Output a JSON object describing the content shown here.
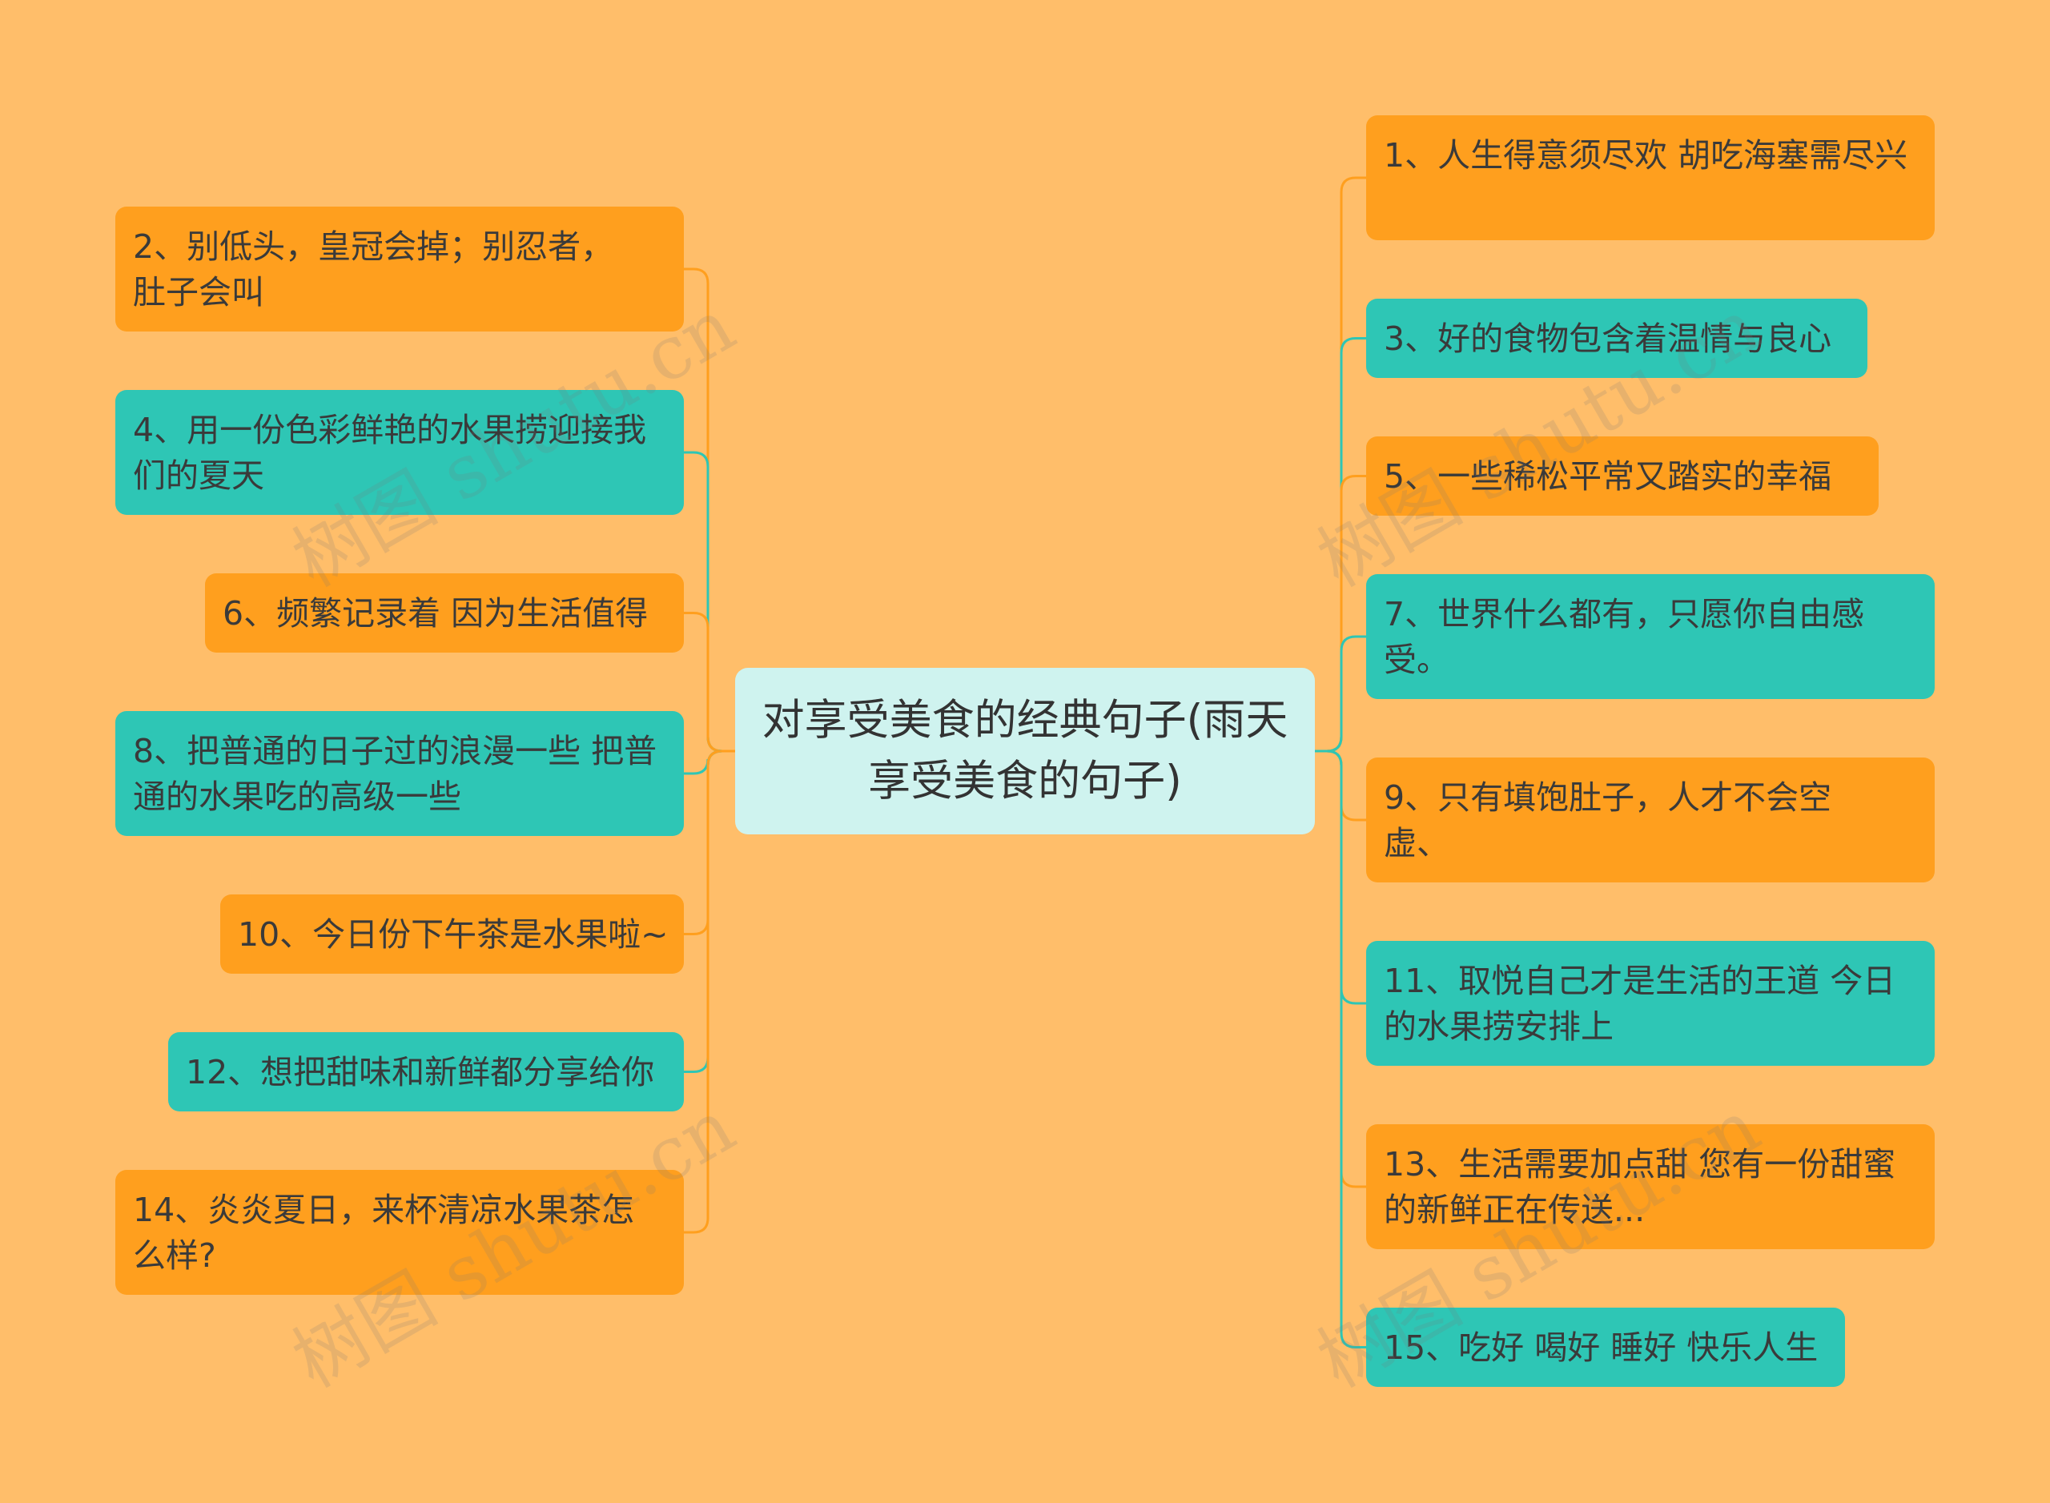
{
  "center": {
    "title": "对享受美食的经典句子(雨天享受美食的句子)"
  },
  "left_nodes": [
    {
      "text": "2、别低头，皇冠会掉；别忍者，肚子会叫",
      "color": "#FF9F1E"
    },
    {
      "text": "4、用一份色彩鲜艳的水果捞迎接我们的夏天",
      "color": "#2EC6B5"
    },
    {
      "text": "6、频繁记录着 因为生活值得",
      "color": "#FF9F1E"
    },
    {
      "text": "8、把普通的日子过的浪漫一些 把普通的水果吃的高级一些",
      "color": "#2EC6B5"
    },
    {
      "text": "10、今日份下午茶是水果啦~",
      "color": "#FF9F1E"
    },
    {
      "text": "12、想把甜味和新鲜都分享给你",
      "color": "#2EC6B5"
    },
    {
      "text": "14、炎炎夏日，来杯清凉水果茶怎么样?",
      "color": "#FF9F1E"
    }
  ],
  "right_nodes": [
    {
      "text": "1、人生得意须尽欢 胡吃海塞需尽兴",
      "color": "#FF9F1E"
    },
    {
      "text": "3、好的食物包含着温情与良心",
      "color": "#2EC6B5"
    },
    {
      "text": "5、一些稀松平常又踏实的幸福",
      "color": "#FF9F1E"
    },
    {
      "text": "7、世界什么都有，只愿你自由感受。",
      "color": "#2EC6B5"
    },
    {
      "text": "9、只有填饱肚子，人才不会空虚、",
      "color": "#FF9F1E"
    },
    {
      "text": "11、取悦自己才是生活的王道 今日的水果捞安排上",
      "color": "#2EC6B5"
    },
    {
      "text": "13、生活需要加点甜 您有一份甜蜜的新鲜正在传送...",
      "color": "#FF9F1E"
    },
    {
      "text": "15、吃好 喝好 睡好 快乐人生",
      "color": "#2EC6B5"
    }
  ],
  "watermark": {
    "text": "树图 shutu.cn"
  }
}
